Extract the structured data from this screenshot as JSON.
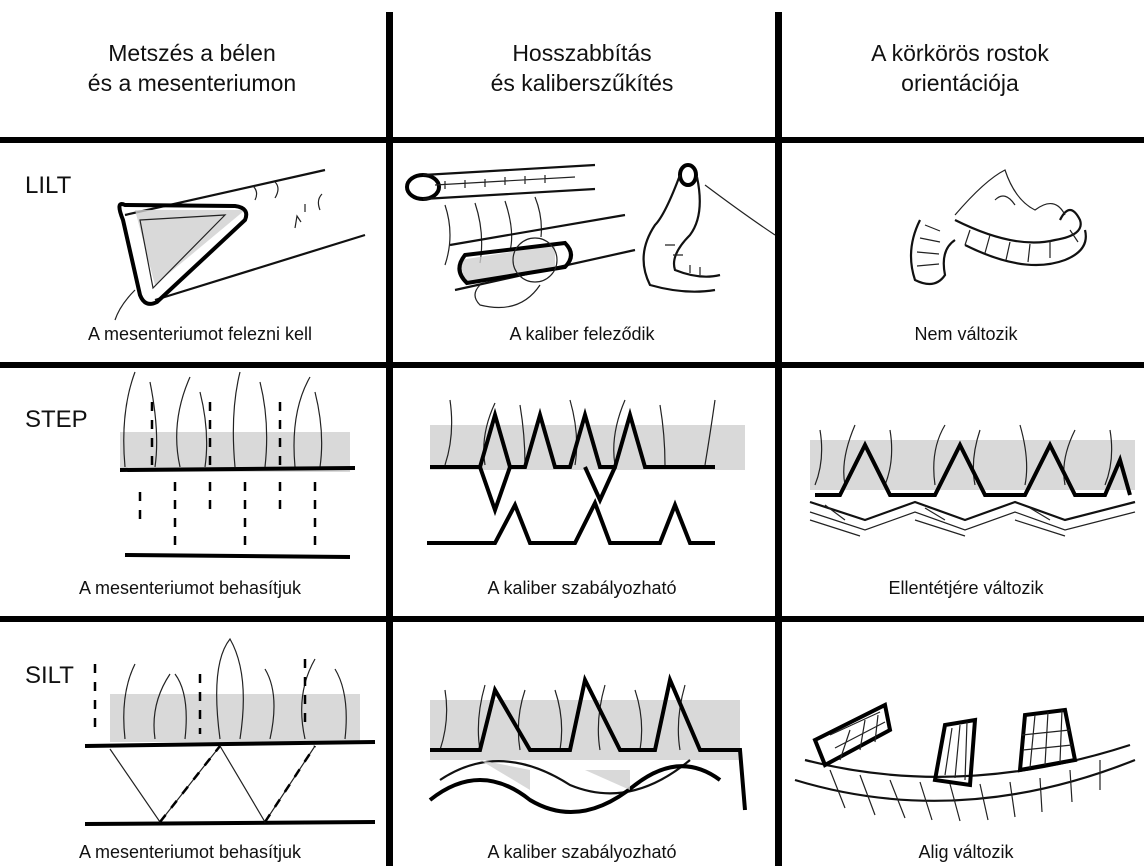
{
  "headers": [
    {
      "line1": "Metszés a bélen",
      "line2": "és a mesenteriumon"
    },
    {
      "line1": "Hosszabbítás",
      "line2": "és kaliberszűkítés"
    },
    {
      "line1": "A körkörös rostok",
      "line2": "orientációja"
    }
  ],
  "rows": [
    {
      "label": "LILT",
      "captions": [
        "A mesenteriumot felezni kell",
        "A kaliber feleződik",
        "Nem változik"
      ]
    },
    {
      "label": "STEP",
      "captions": [
        "A mesenteriumot behasítjuk",
        "A kaliber szabályozható",
        "Ellentétjére változik"
      ]
    },
    {
      "label": "SILT",
      "captions": [
        "A mesenteriumot behasítjuk",
        "A kaliber szabályozható",
        "Alig változik"
      ]
    }
  ]
}
